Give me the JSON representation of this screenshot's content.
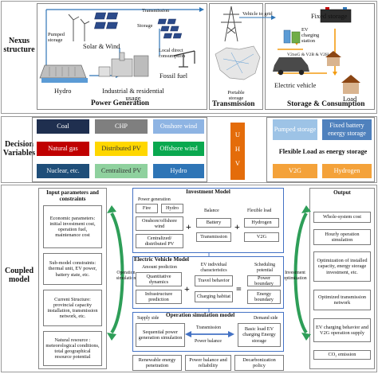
{
  "rows": {
    "nexus": "Nexus structure",
    "decision": "Decision Variables",
    "coupled": "Coupled model"
  },
  "nexus": {
    "transmission_small": "Transmission",
    "storage_small": "Storage",
    "pumped_storage": "Pumped storage",
    "solar_wind": "Solar & Wind",
    "local_direct": "Local direct consumption",
    "hydro": "Hydro",
    "industrial": "Industrial & residential usage",
    "fossil": "Fossil fuel",
    "portable": "Portable storage",
    "vehicle_to_grid": "Vehicle to grid",
    "fixed_storage": "Fixed storage",
    "ev_charging": "EV charging station",
    "v2g_labels": "V2noG & V2B & V2H",
    "electric_vehicle": "Electric vehicle",
    "load": "Load",
    "power_generation": "Power Generation",
    "transmission": "Transmission",
    "storage_consumption": "Storage & Consumption"
  },
  "decision": {
    "boxes": {
      "coal": "Coal",
      "chp": "CHP",
      "onshore": "Onshore wind",
      "natural_gas": "Natural gas",
      "distributed_pv": "Distributed PV",
      "offshore": "Offshore wind",
      "nuclear": "Nuclear, etc.",
      "centralized_pv": "Centralized PV",
      "hydro": "Hydro",
      "pumped": "Pumped storage",
      "fixed_battery": "Fixed battery energy storage",
      "v2g": "V2G",
      "hydrogen": "Hydrogen"
    },
    "uhv": [
      "U",
      "H",
      "V"
    ],
    "flexible_load": "Flexible Load as energy storage"
  },
  "coupled": {
    "input_title": "Input parameters and constraints",
    "inputs": [
      "Economic parameters: initial investment cost, operation fuel, maintenance cost",
      "Sub-model constraints: thermal unit, EV power, battery state, etc.",
      "Current Structure: provincial capacity installation, transmission network, etc.",
      "Natural resource : meteorological conditions, total geographical resource potential"
    ],
    "operation_simulation_left": "Operation simulation",
    "investment_optimization": "Investment optimization",
    "investment_model": "Investment Model",
    "im": {
      "power_generation": "Power generation",
      "fire": "Fire",
      "hydro": "Hydro",
      "onshore_offshore": "Onshore/offshore wind",
      "centralized": "Centralized/ distributed PV",
      "balance": "Balance",
      "battery": "Battery",
      "transmission": "Transmission",
      "flexible_load": "Flexible load",
      "hydrogen": "Hydrogen",
      "v2g": "V2G",
      "plus1": "+",
      "plus2": "+"
    },
    "ev_model": "Electric Vehicle Model",
    "ev": {
      "amount_prediction": "Amount prediction",
      "quantitative": "Quantitative dynamics",
      "infrastructure": "Infrastructure prediction",
      "ev_individual": "EV individual characteristics",
      "travel": "Travel behavior",
      "charging_habitat": "Charging habitat",
      "scheduling": "Scheduling potential",
      "power_boundary": "Power boundary",
      "energy_boundary": "Energy boundary",
      "plus": "+",
      "eq": "="
    },
    "op_model": "Operation simulation model",
    "op": {
      "supply_side": "Supply side",
      "demand_side": "Demand side",
      "sequential": "Sequential power generation simulation",
      "transmission": "Transmission",
      "power_balance": "Power balance",
      "basic_load": "Basic load EV charging Energy storage"
    },
    "bottom": {
      "renewable": "Renewable energy penetration",
      "power_balance_reliability": "Power balance and reliability",
      "decarbonization": "Decarbonization policy"
    },
    "output_title": "Output",
    "outputs": [
      "Whole-system cost",
      "Hourly operation simulation",
      "Optimization of installed capacity, energy storage investment, etc.",
      "Optimized transmission network",
      "EV charging behavior and V2G operation supply",
      "CO₂ emission"
    ]
  },
  "colors": {
    "coal": "#1f2f4f",
    "chp": "#7f7f7f",
    "onshore": "#8eb4e3",
    "natural_gas": "#c00000",
    "distributed_pv": "#ffd700",
    "offshore": "#0aa84f",
    "nuclear": "#1f4e79",
    "centralized_pv": "#8fd19e",
    "hydro": "#2e75b6",
    "pumped": "#9dc3e6",
    "fixed_battery": "#4f81bd",
    "orange": "#f4a23a",
    "uhv": "#e46c0a",
    "arrow_green": "#2e9e58",
    "arrow_orange": "#f39c12",
    "panel_blue": "#4472c4"
  }
}
